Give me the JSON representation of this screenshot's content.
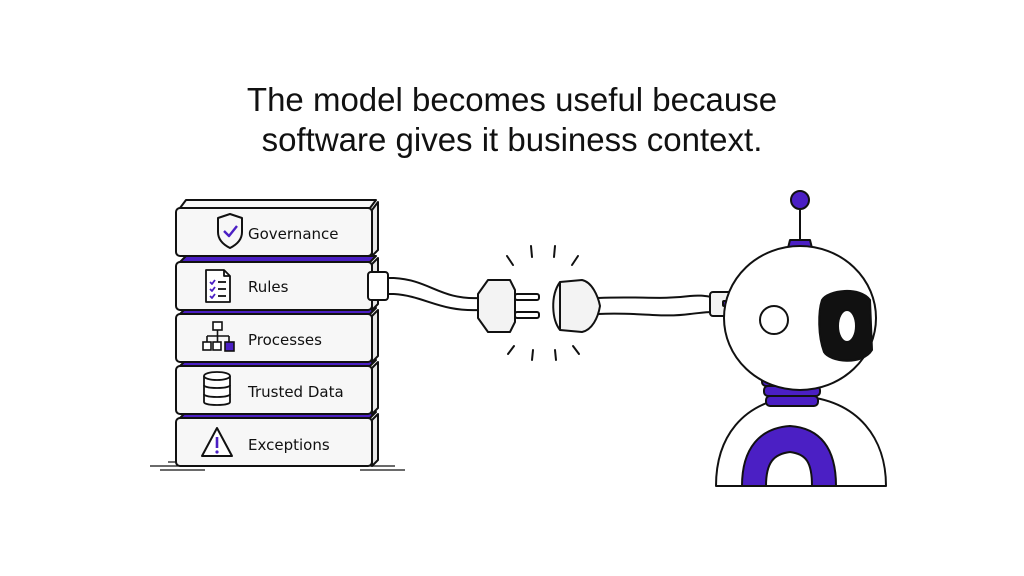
{
  "headline": {
    "line1": "The model becomes useful because",
    "line2": "software gives it business context."
  },
  "stack": {
    "blocks": [
      {
        "label": "Governance",
        "icon": "shield-check-icon"
      },
      {
        "label": "Rules",
        "icon": "checklist-document-icon"
      },
      {
        "label": "Processes",
        "icon": "flowchart-icon"
      },
      {
        "label": "Trusted Data",
        "icon": "database-icon"
      },
      {
        "label": "Exceptions",
        "icon": "warning-triangle-icon"
      }
    ]
  },
  "colors": {
    "accent": "#4b1fc4",
    "ink": "#111111",
    "block_fill": "#f7f7f7",
    "background": "#ffffff"
  }
}
